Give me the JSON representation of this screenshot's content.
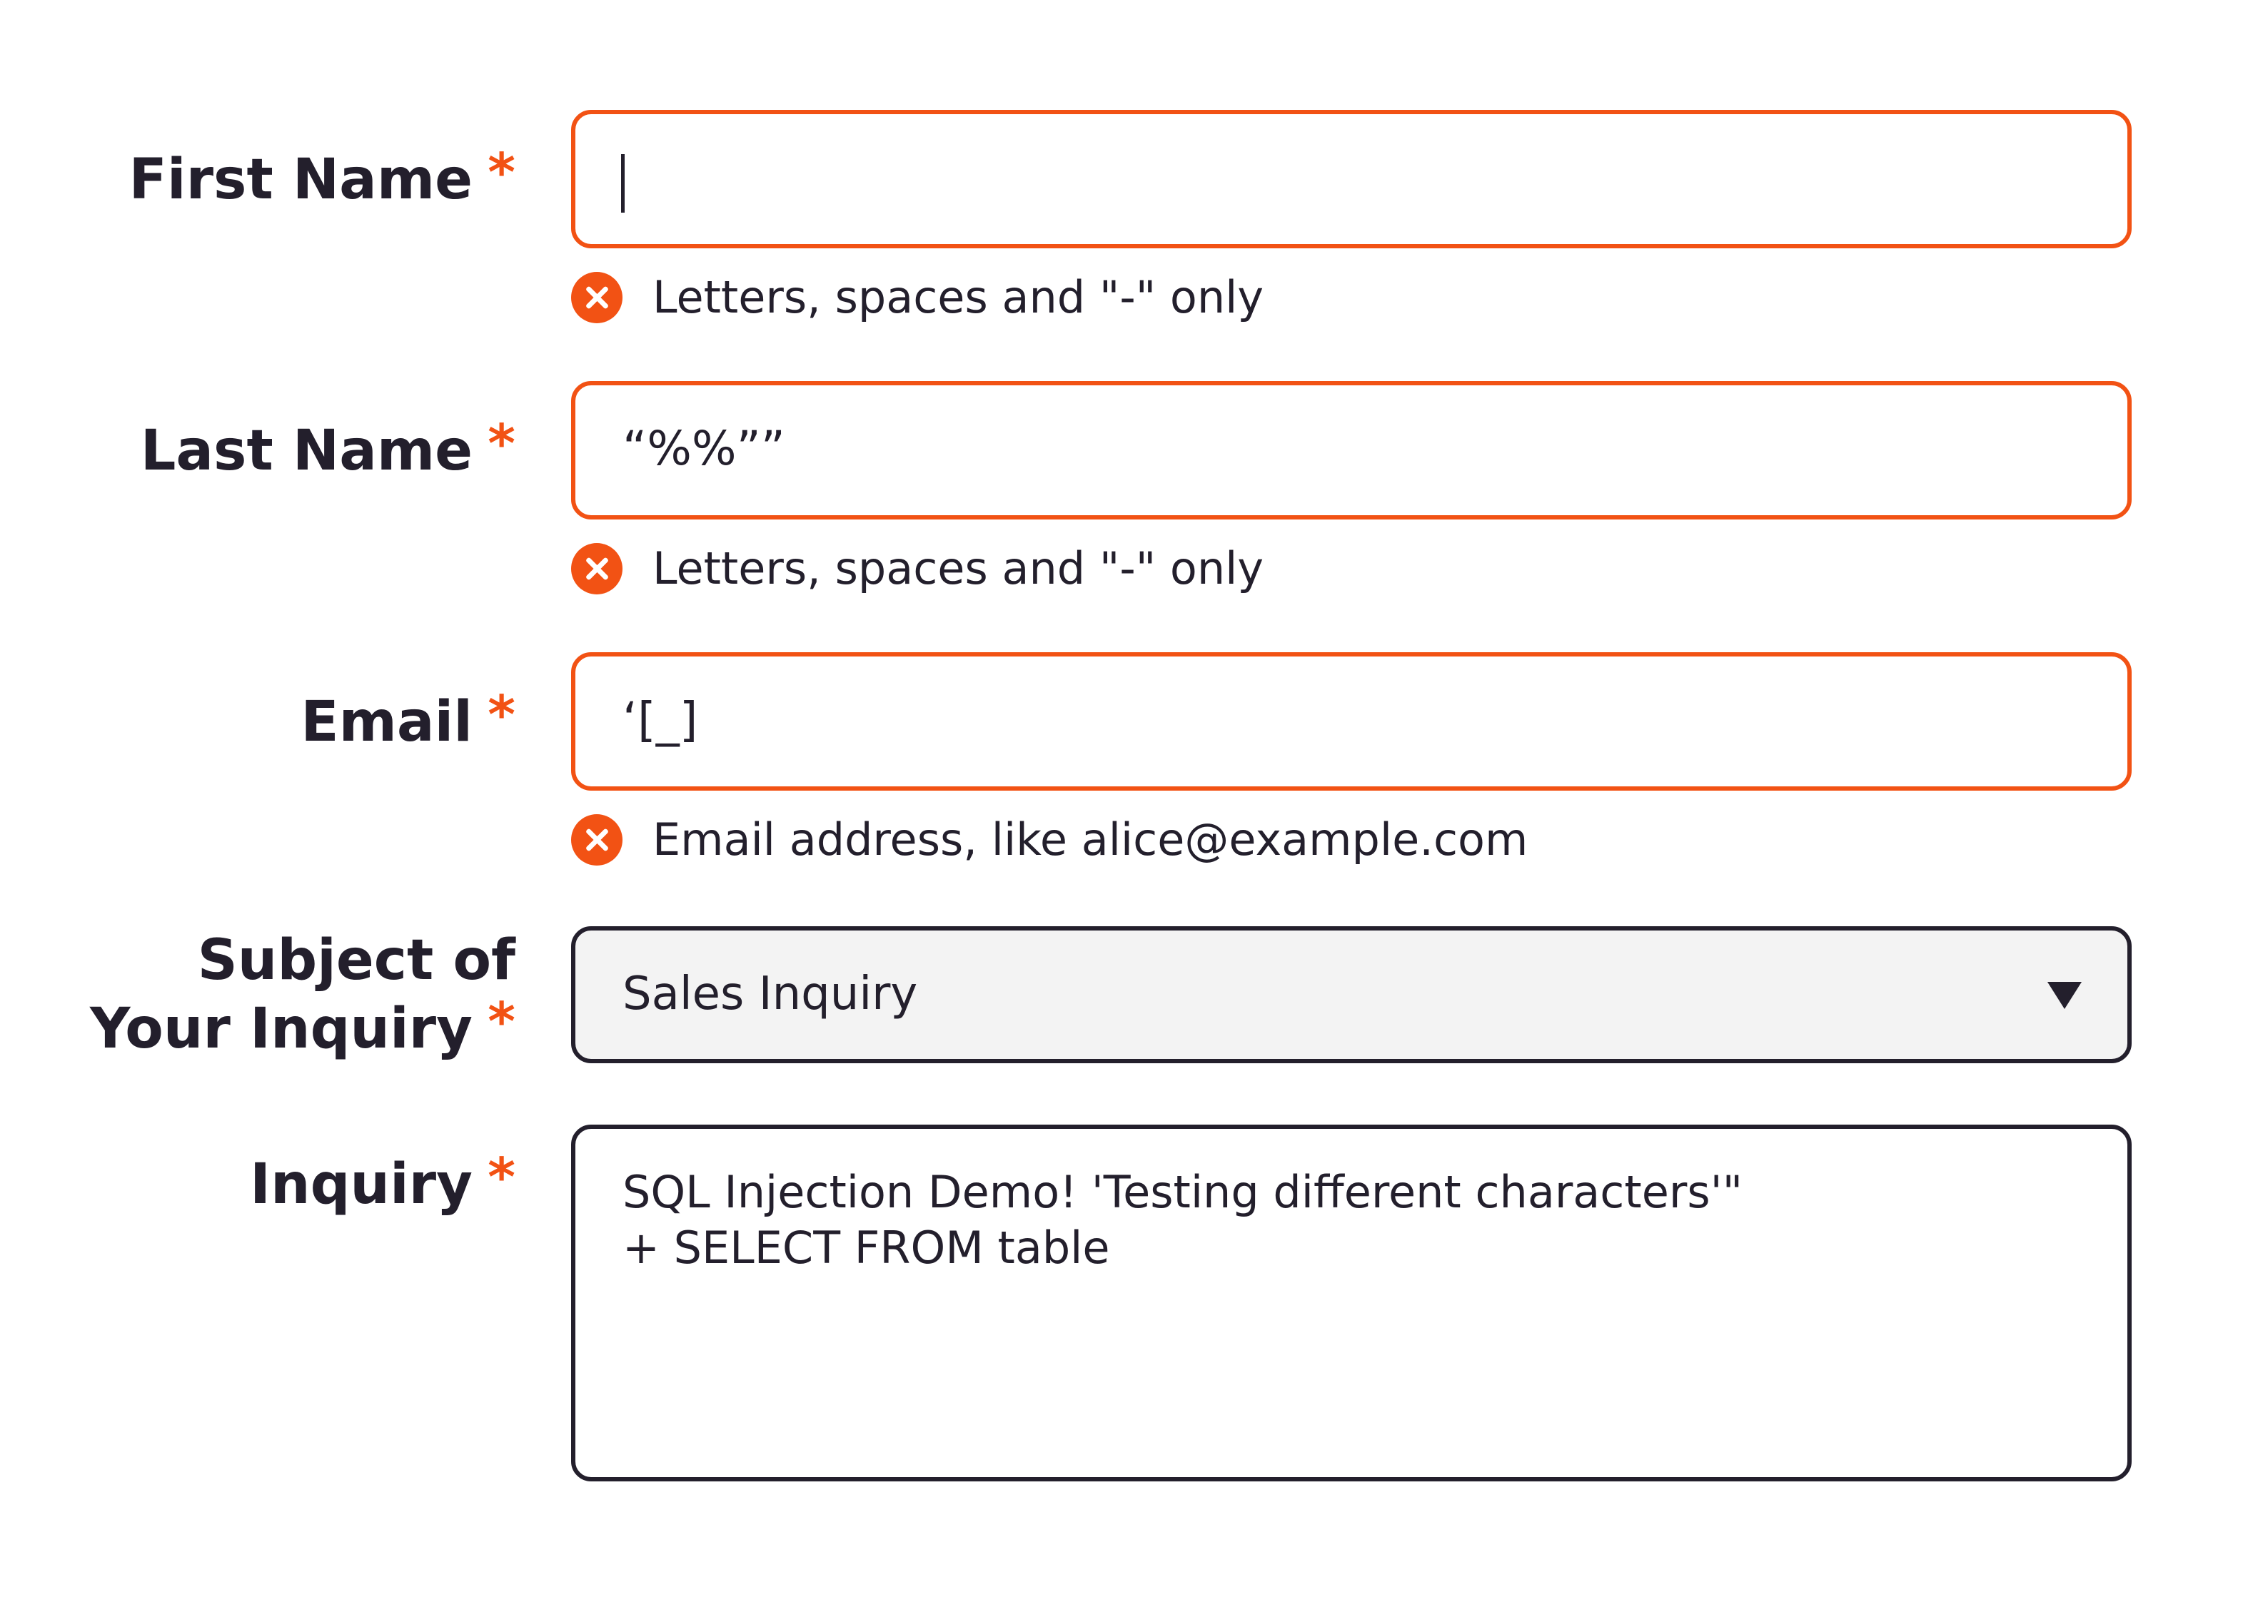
{
  "form": {
    "required_marker": "*",
    "first_name": {
      "label": "First Name",
      "value": "",
      "error": "Letters, spaces and \"-\" only"
    },
    "last_name": {
      "label": "Last Name",
      "value": "“%%””",
      "error": "Letters, spaces and \"-\" only"
    },
    "email": {
      "label": "Email",
      "value": "‘[_]",
      "error": "Email address, like alice@example.com"
    },
    "subject": {
      "label_line1": "Subject of",
      "label_line2": "Your Inquiry",
      "selected": "Sales Inquiry",
      "caret_icon": "caret-down-icon"
    },
    "inquiry": {
      "label": "Inquiry",
      "line1": "SQL Injection Demo! 'Testing different characters'\"",
      "line2": "+ SELECT FROM table"
    },
    "colors": {
      "accent_error": "#f25214",
      "text": "#231f2c",
      "select_background": "#f3f3f3"
    },
    "icons": {
      "error": "error-x-icon"
    }
  }
}
